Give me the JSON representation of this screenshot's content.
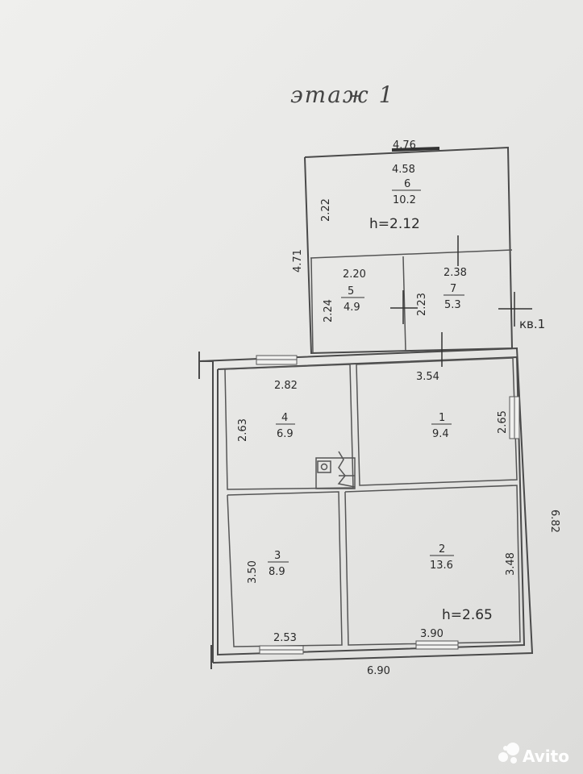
{
  "title": "этаж 1",
  "outer_dims": {
    "top": "4.76",
    "left_upper": "4.71",
    "right": "6.82",
    "bottom": "6.90"
  },
  "rooms": [
    {
      "id": "6",
      "area": "10.2",
      "width": "4.58",
      "depth": "2.22",
      "height": "h=2.12"
    },
    {
      "id": "5",
      "area": "4.9",
      "width": "2.20",
      "depth": "2.24"
    },
    {
      "id": "7",
      "area": "5.3",
      "width": "2.38",
      "depth": "2.23"
    },
    {
      "id": "4",
      "area": "6.9",
      "width": "2.82",
      "depth": "2.63"
    },
    {
      "id": "1",
      "area": "9.4",
      "width": "3.54",
      "depth": "2.65"
    },
    {
      "id": "3",
      "area": "8.9",
      "width": "2.53",
      "depth": "3.50"
    },
    {
      "id": "2",
      "area": "13.6",
      "width": "3.90",
      "depth": "3.48",
      "height": "h=2.65"
    }
  ],
  "apartment_label": "кв.1",
  "watermark": "Avito"
}
